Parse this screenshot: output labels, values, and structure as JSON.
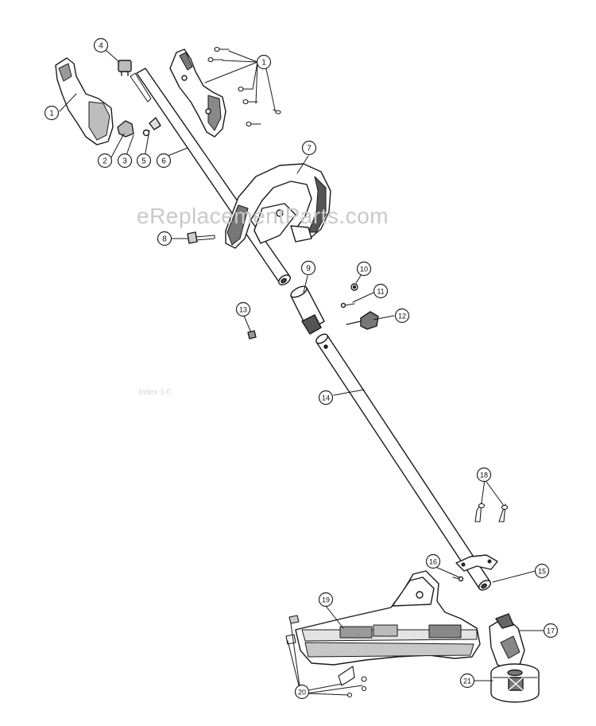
{
  "watermark": "eReplacementParts.com",
  "faint_label": "Index 1 0",
  "callouts": [
    {
      "n": "1"
    },
    {
      "n": "1"
    },
    {
      "n": "2"
    },
    {
      "n": "3"
    },
    {
      "n": "4"
    },
    {
      "n": "5"
    },
    {
      "n": "6"
    },
    {
      "n": "7"
    },
    {
      "n": "8"
    },
    {
      "n": "9"
    },
    {
      "n": "10"
    },
    {
      "n": "11"
    },
    {
      "n": "12"
    },
    {
      "n": "13"
    },
    {
      "n": "14"
    },
    {
      "n": "15"
    },
    {
      "n": "16"
    },
    {
      "n": "17"
    },
    {
      "n": "18"
    },
    {
      "n": "19"
    },
    {
      "n": "20"
    },
    {
      "n": "21"
    }
  ],
  "colors": {
    "line": "#1a1a1a",
    "fill": "#ffffff",
    "shade": "#9a9a9a",
    "watermark": "#c9c9c9"
  }
}
